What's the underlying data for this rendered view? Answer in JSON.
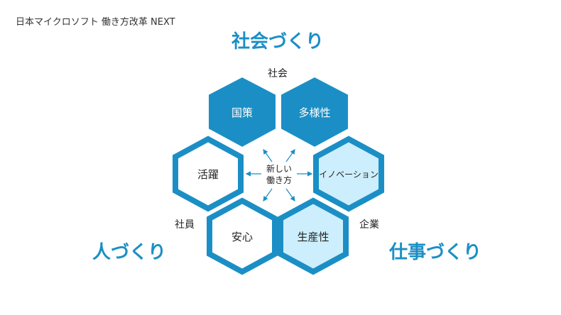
{
  "slide_title": "日本マイクロソフト 働き方改革 NEXT",
  "headings": {
    "society": "社会づくり",
    "people": "人づくり",
    "work": "仕事づくり"
  },
  "corner_labels": {
    "society": "社会",
    "employees": "社員",
    "company": "企業"
  },
  "hexagons": {
    "policy": "国策",
    "diversity": "多様性",
    "vitality": "活躍",
    "innovation": "イノベーション",
    "safety": "安心",
    "productivity": "生産性"
  },
  "center": {
    "line1": "新しい",
    "line2": "働き方"
  },
  "colors": {
    "accent": "#1b8fc5",
    "light_fill": "#cdeefc",
    "dark_fill": "#1b8fc5",
    "white": "#ffffff"
  }
}
